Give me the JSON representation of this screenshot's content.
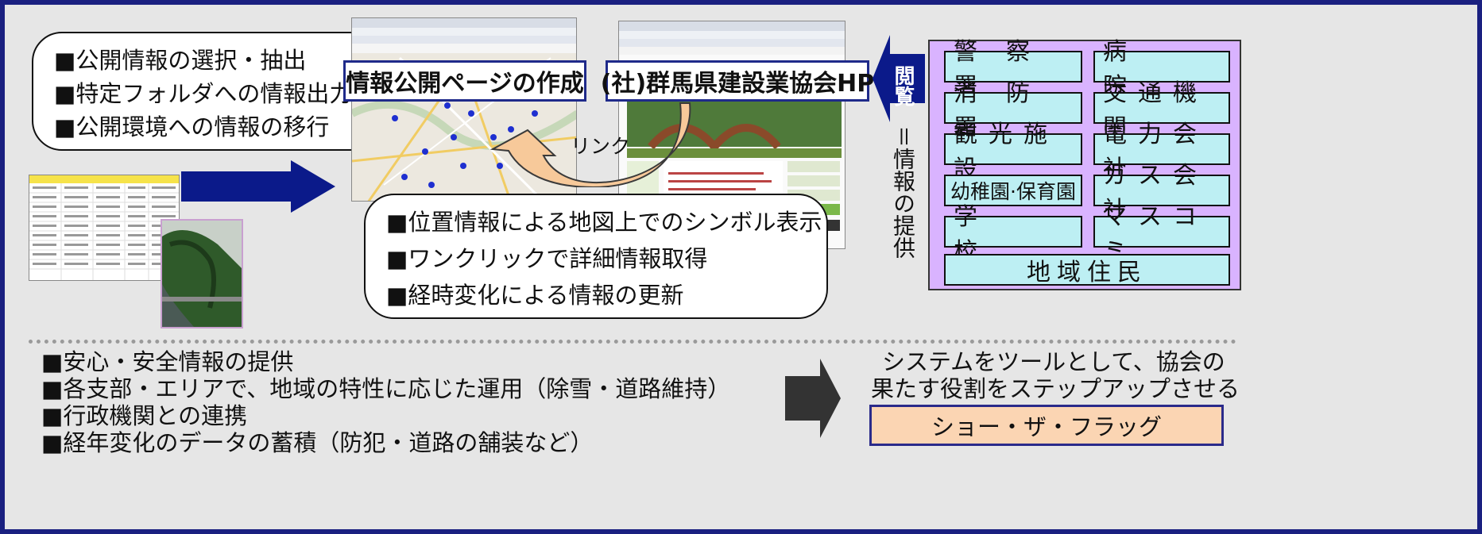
{
  "select_box": {
    "items": [
      "■公開情報の選択・抽出",
      "■特定フォルダへの情報出力",
      "■公開環境への情報の移行"
    ]
  },
  "creation_label": "情報公開ページの作成",
  "association_label": "(社)群馬県建設業協会HP",
  "link_label": "リンク",
  "features_box": {
    "items": [
      "■位置情報による地図上でのシンボル表示",
      "■ワンクリックで詳細情報取得",
      "■経時変化による情報の更新"
    ]
  },
  "browse_label": "閲覧",
  "provide_label": "＝情報の提供",
  "organizations": {
    "left": [
      "警察署",
      "消防署",
      "観光施設",
      "幼稚園·保育園",
      "学校"
    ],
    "right": [
      "病院",
      "交通機関",
      "電力会社",
      "ガス会社",
      "マスコミ"
    ],
    "residents": "地域住民"
  },
  "benefits": [
    "■安心・安全情報の提供",
    "■各支部・エリアで、地域の特性に応じた運用（除雪・道路維持）",
    "■行政機関との連携",
    "■経年変化のデータの蓄積（防犯・道路の舗装など）"
  ],
  "goal_text": [
    "システムをツールとして、協会の",
    "果たす役割をステップアップさせる"
  ],
  "show_the_flag": "ショー・ザ・フラッグ",
  "colors": {
    "frame_border": "#1a2080",
    "arrow_navy": "#0b1a8a",
    "org_panel": "#d9b3ff",
    "org_cell": "#bdeff3",
    "link_arrow": "#f7c99a",
    "flag_box": "#fbd5b3"
  }
}
